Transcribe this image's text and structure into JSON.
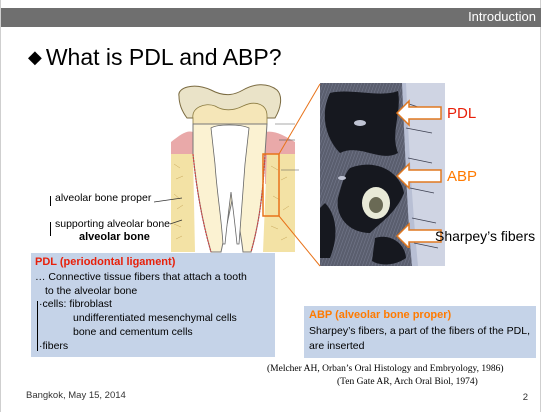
{
  "header": {
    "section": "Introduction"
  },
  "title": {
    "bullet": "◆",
    "text": "What is PDL and ABP?"
  },
  "diagram_labels": {
    "alveolar_bone_proper": "alveolar bone proper",
    "supporting_alveolar_bone": "supporting alveolar bone",
    "alveolar_bone": "alveolar bone"
  },
  "histology_labels": {
    "pdl": "PDL",
    "abp": "ABP",
    "sharpeys": "Sharpey’s fibers"
  },
  "pdl_box": {
    "title": "PDL (periodontal ligament)",
    "line1": "… Connective tissue fibers that attach a tooth",
    "line2": "to the alveolar bone",
    "cells_label": "cells: fibroblast",
    "cells2": "undifferentiated mesenchymal cells",
    "cells3": "bone and cementum cells",
    "fibers_label": "fibers"
  },
  "abp_box": {
    "title": "ABP (alveolar bone proper)",
    "text": "Sharpey’s fibers, a part of the fibers of the PDL, are inserted"
  },
  "citations": {
    "c1": "(Melcher AH, Orban’s Oral Histology and Embryology, 1986)",
    "c2": "(Ten Gate AR, Arch Oral Biol, 1974)"
  },
  "footer": {
    "location_date": "Bangkok, May 15, 2014",
    "page": "2"
  },
  "colors": {
    "pdl_red": "#e8200a",
    "abp_orange": "#ff7a00",
    "box_blue": "#c5d3e8",
    "bar_gray": "#6f6f6f"
  }
}
